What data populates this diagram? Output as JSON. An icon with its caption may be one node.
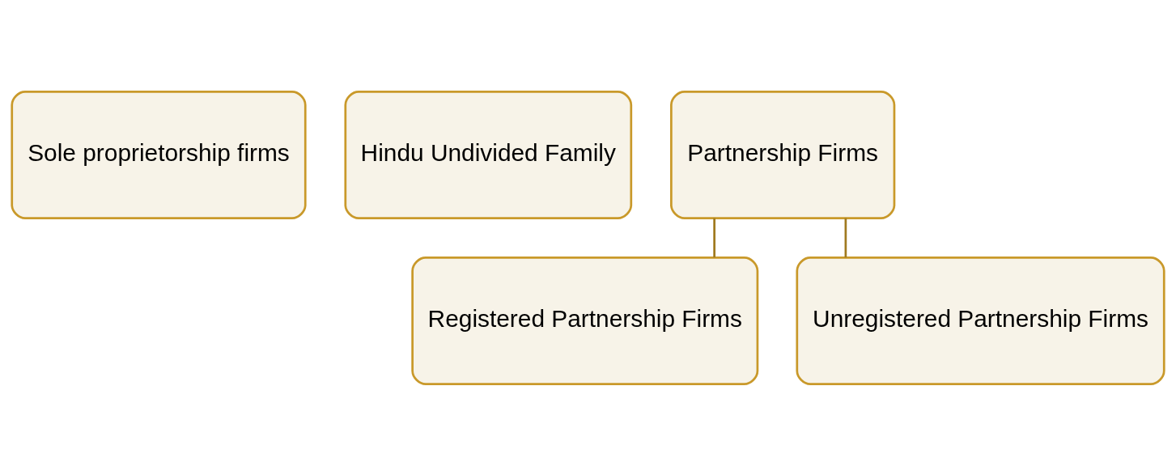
{
  "diagram": {
    "nodes": [
      {
        "text": [
          "Sole proprietorship firms"
        ]
      },
      {
        "text": [
          "Hindu Undivided Family"
        ]
      },
      {
        "text": [
          "Partnership Firms"
        ]
      },
      {
        "text": [
          "Registered Partnership Firms"
        ]
      },
      {
        "text": [
          "Unregistered Partnership Firms"
        ]
      }
    ],
    "edges": [
      {
        "from": 2,
        "to": 3,
        "arrow": "none"
      },
      {
        "from": 2,
        "to": 4,
        "arrow": "none"
      }
    ]
  }
}
